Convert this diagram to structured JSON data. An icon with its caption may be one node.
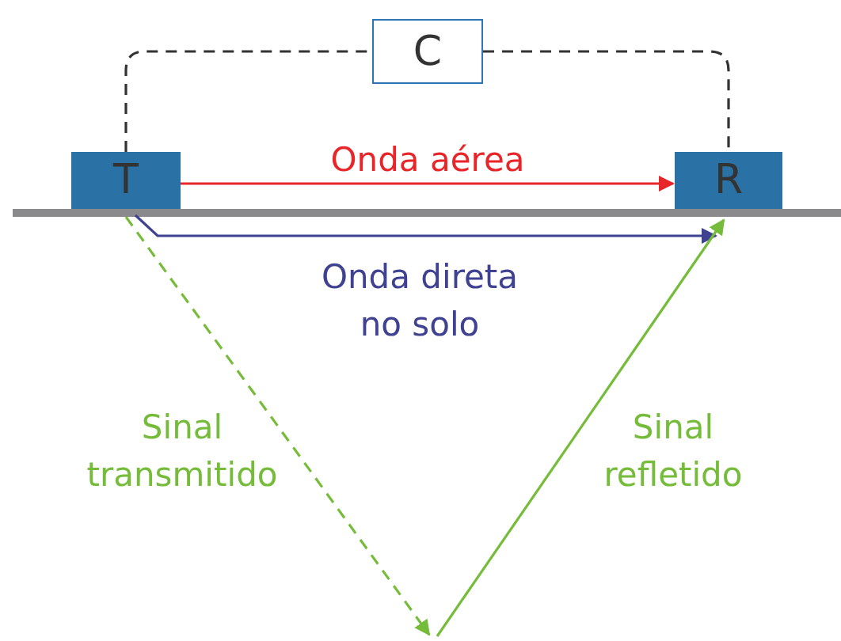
{
  "diagram": {
    "nodes": [
      {
        "text": [
          "C"
        ]
      },
      {
        "text": [
          "T"
        ]
      },
      {
        "text": [
          "R"
        ]
      }
    ],
    "edges": [
      {
        "from": 1,
        "to": 0,
        "arrow": "none",
        "style": "dashed",
        "color": "#333333"
      },
      {
        "from": 0,
        "to": 2,
        "arrow": "none",
        "style": "dashed",
        "color": "#333333"
      },
      {
        "from": 1,
        "to": 2,
        "arrow": "to",
        "label": "Onda aérea",
        "color": "#e8262a"
      },
      {
        "from": 1,
        "to": 2,
        "arrow": "to",
        "label": "Onda direta no solo",
        "color": "#3f4191"
      },
      {
        "from": 1,
        "to": null,
        "arrow": "to",
        "label": "Sinal transmitido",
        "style": "dashed",
        "color": "#76bc3b"
      },
      {
        "from": null,
        "to": 2,
        "arrow": "to",
        "label": "Sinal refletido",
        "color": "#76bc3b"
      }
    ]
  }
}
